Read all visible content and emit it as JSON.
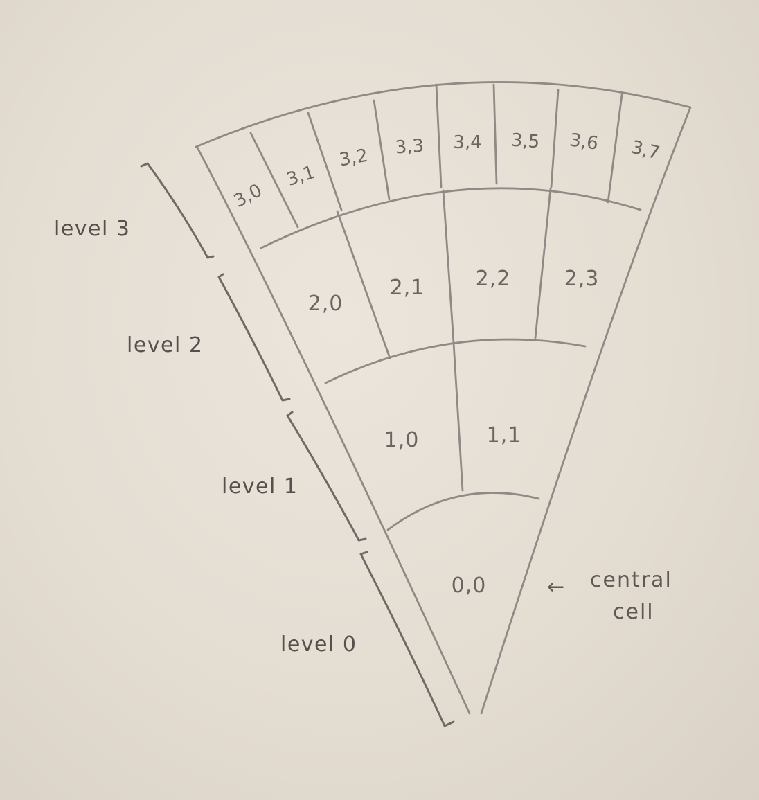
{
  "cells": {
    "level0": [
      "0,0"
    ],
    "level1": [
      "1,0",
      "1,1"
    ],
    "level2": [
      "2,0",
      "2,1",
      "2,2",
      "2,3"
    ],
    "level3": [
      "3,0",
      "3,1",
      "3,2",
      "3,3",
      "3,4",
      "3,5",
      "3,6",
      "3,7"
    ]
  },
  "levels": [
    "level 0",
    "level 1",
    "level 2",
    "level 3"
  ],
  "annotation": {
    "arrow": "←",
    "line1": "central",
    "line2": "cell"
  }
}
